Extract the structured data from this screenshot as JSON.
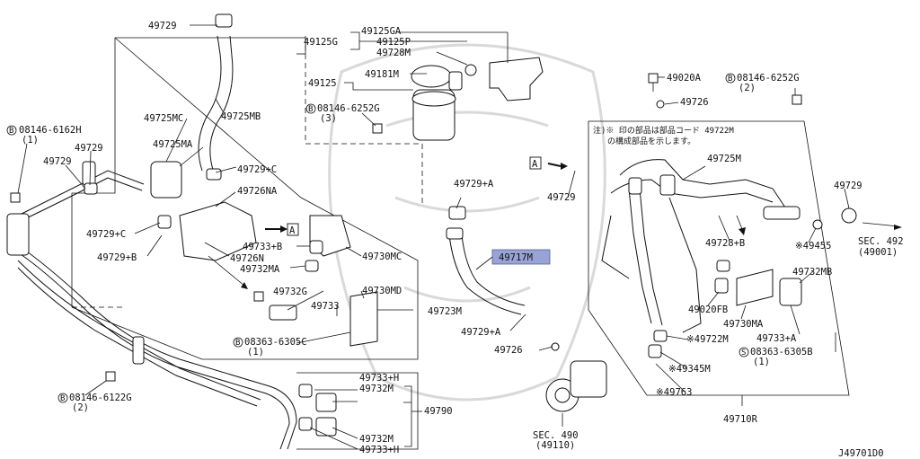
{
  "diagram_id": "J49701D0",
  "highlight": "#9aa3d6",
  "labels": {
    "p49729_top": "49729",
    "p49125ga": "49125GA",
    "p49125g": "49125G",
    "p49125p": "49125P",
    "p49728m": "49728M",
    "p49181m": "49181M",
    "p49125": "49125",
    "p08146_6252g_a": "08146-6252G",
    "p08146_6252g_a_q": "(3)",
    "p49020a": "49020A",
    "p08146_6252g_b": "08146-6252G",
    "p08146_6252g_b_q": "(2)",
    "p49726_top": "49726",
    "p49725mb": "49725MB",
    "p49725mc": "49725MC",
    "p49725ma": "49725MA",
    "p08146_6162h": "08146-6162H",
    "p08146_6162h_q": "(1)",
    "p49729_l1": "49729",
    "p49729_l2": "49729",
    "p49729c_1": "49729+C",
    "p49726na": "49726NA",
    "p49729c_2": "49729+C",
    "p49729b_1": "49729+B",
    "p49726n": "49726N",
    "p49733b_1": "49733+B",
    "p49732ma_1": "49732MA",
    "p49730mc": "49730MC",
    "p49732g": "49732G",
    "p49730md": "49730MD",
    "p49733": "49733",
    "p08363_6305c": "08363-6305C",
    "p08363_6305c_q": "(1)",
    "p49723m": "49723M",
    "p49729a_1": "49729+A",
    "p49717m": "49717M",
    "p49729a_2": "49729+A",
    "p49726_bot": "49726",
    "p08146_6122g": "08146-6122G",
    "p08146_6122g_q": "(2)",
    "p49733h_1": "49733+H",
    "p49732m_1": "49732M",
    "p49790": "49790",
    "p49732m_2": "49732M",
    "p49733h_2": "49733+H",
    "sec490": "SEC. 490",
    "sec490_sub": "(49110)",
    "note_line1": "注)※ 印の部品は部品コード 49722M",
    "note_line2": "の構成部品を示します。",
    "p49729_right": "49729",
    "p49725m": "49725M",
    "p49729_r2": "49729",
    "p49728b": "49728+B",
    "p49455": "※49455",
    "sec492": "SEC. 492",
    "sec492_sub": "(49001)",
    "p49732mb": "49732MB",
    "p49020fb": "49020FB",
    "p49730ma": "49730MA",
    "p49733a": "49733+A",
    "p08363_6305b": "08363-6305B",
    "p08363_6305b_q": "(1)",
    "p49722m": "※49722M",
    "p49345m": "※49345M",
    "p49763": "※49763",
    "p49710r": "49710R",
    "ref_a": "A"
  }
}
